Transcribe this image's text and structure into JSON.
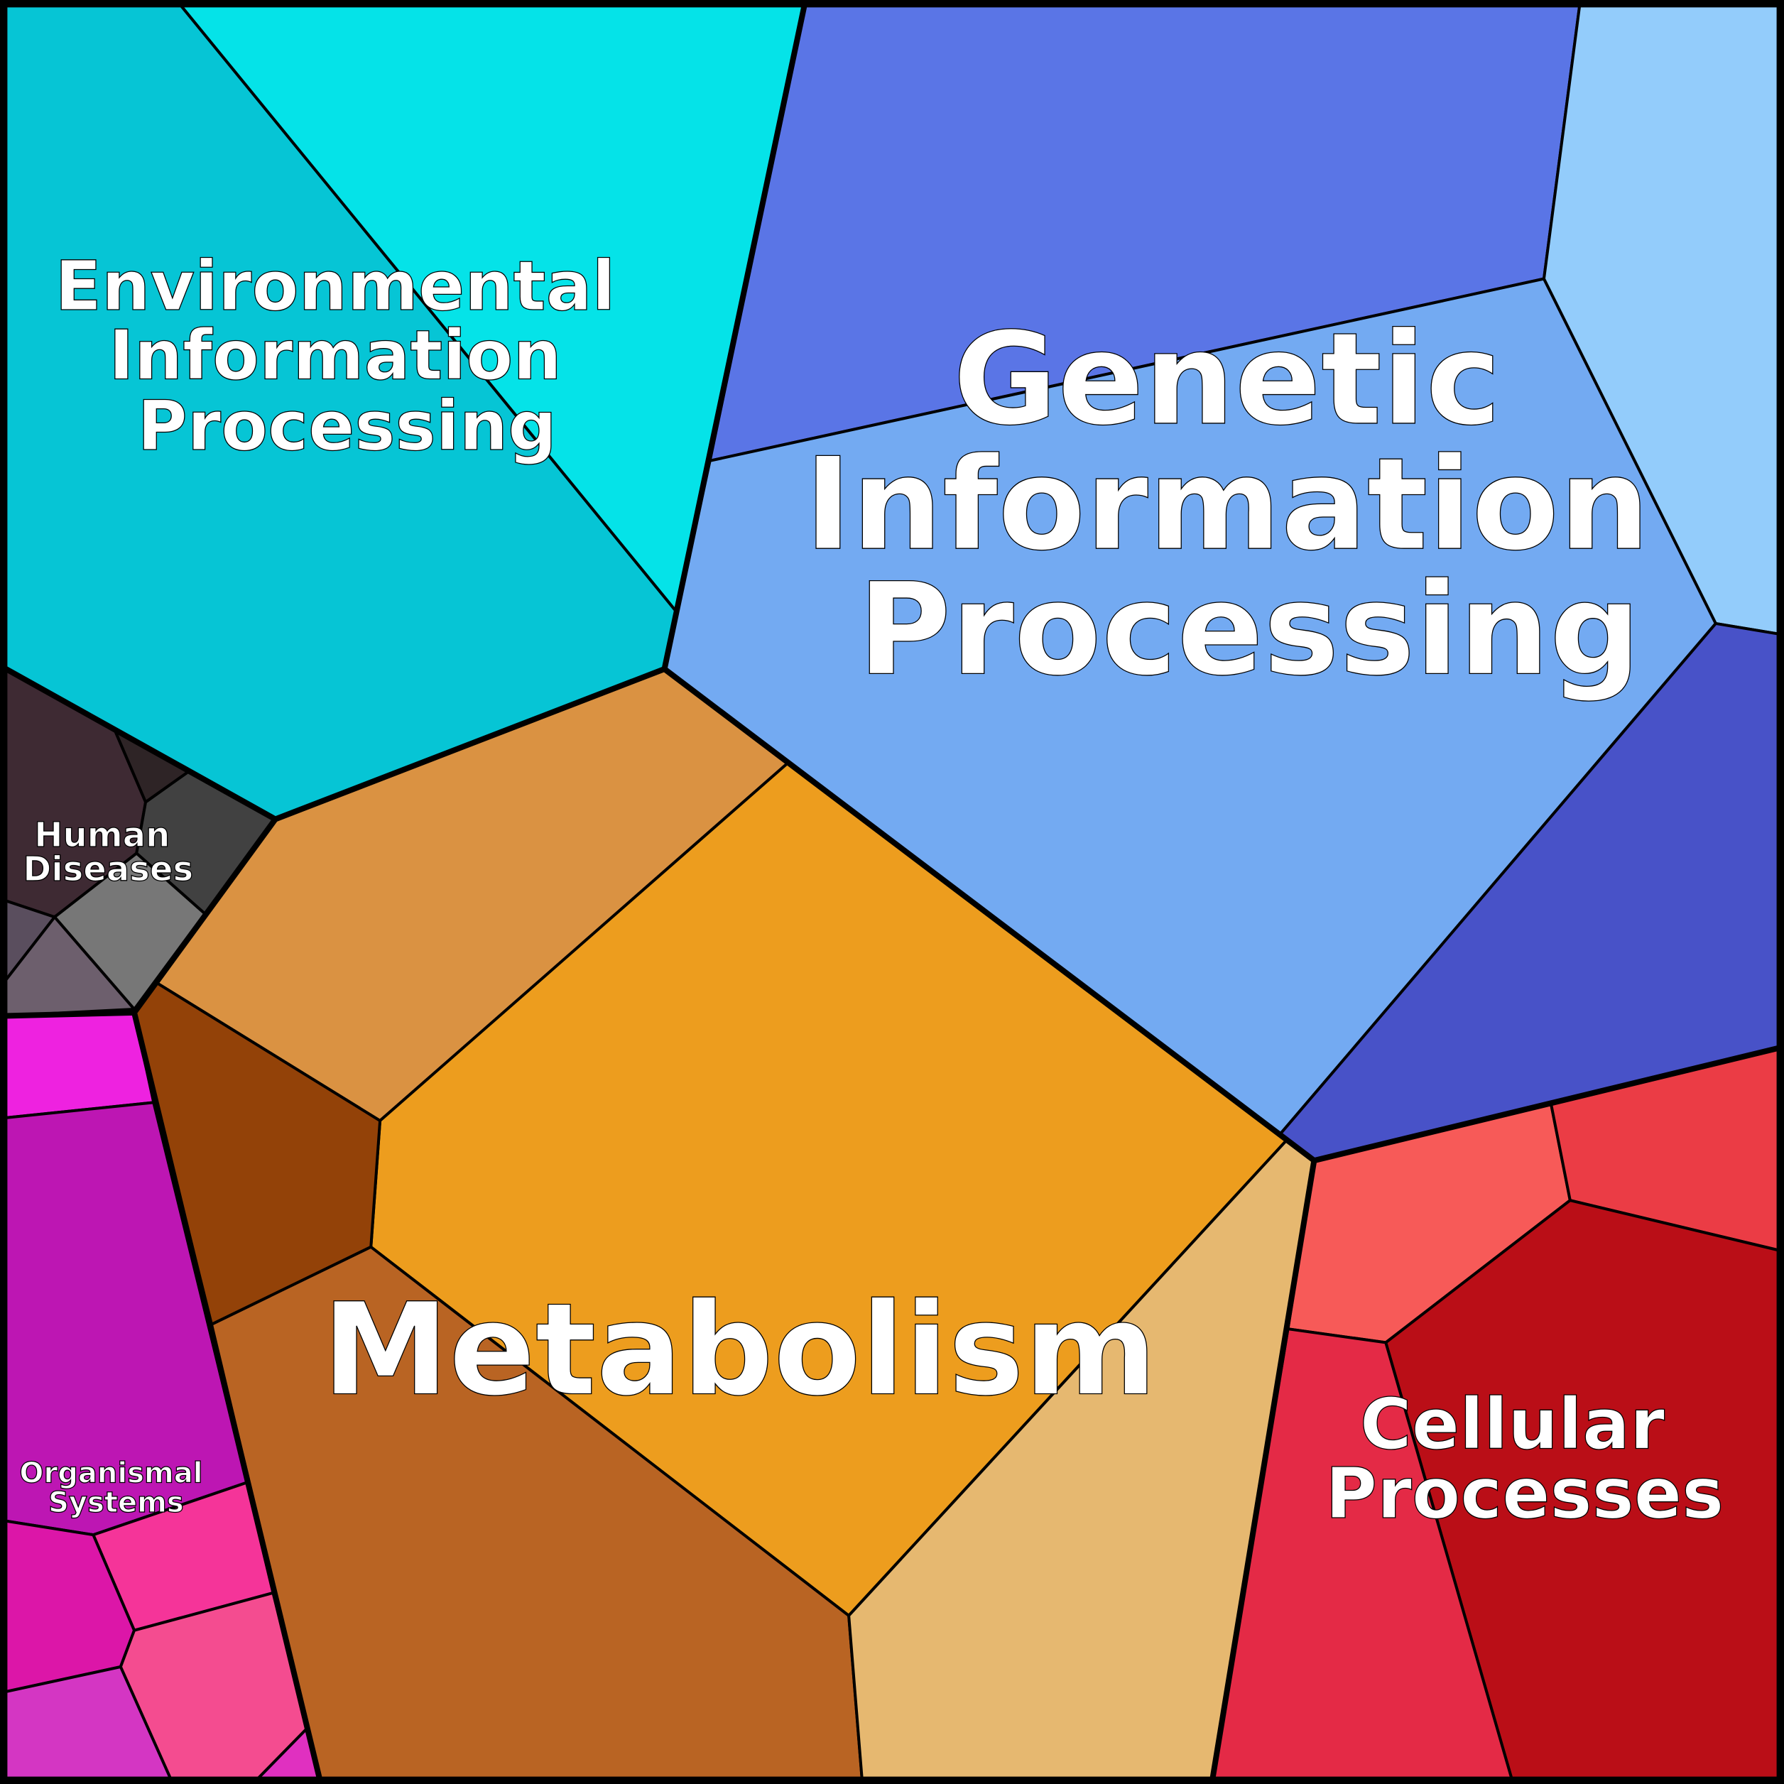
{
  "groups": {
    "environmental": {
      "lines": [
        "Environmental",
        "Information",
        "Processing"
      ],
      "colors": [
        "#06C5D5",
        "#05E3E8"
      ]
    },
    "genetic": {
      "lines": [
        "Genetic",
        "Information",
        "Processing"
      ],
      "colors": [
        "#5A75E6",
        "#73AAF2",
        "#93CCFB",
        "#4852C8"
      ]
    },
    "metabolism": {
      "lines": [
        "Metabolism"
      ],
      "colors": [
        "#DA9242",
        "#ED9D1E",
        "#934208",
        "#B96423",
        "#E6B870"
      ]
    },
    "cellular": {
      "lines": [
        "Cellular",
        "Processes"
      ],
      "colors": [
        "#F75A58",
        "#EB3C45",
        "#BA0E17",
        "#E42A46"
      ]
    },
    "human": {
      "lines": [
        "Human",
        "Diseases"
      ],
      "colors": [
        "#3E2A33",
        "#2E2426",
        "#414141",
        "#777777",
        "#5A4E5E",
        "#6D5F6D"
      ]
    },
    "organismal": {
      "lines": [
        "Organismal",
        "Systems"
      ],
      "colors": [
        "#EE22E0",
        "#BD16B3",
        "#F53499",
        "#DC16A8",
        "#F44C90",
        "#D436C3",
        "#E030C0"
      ]
    }
  }
}
